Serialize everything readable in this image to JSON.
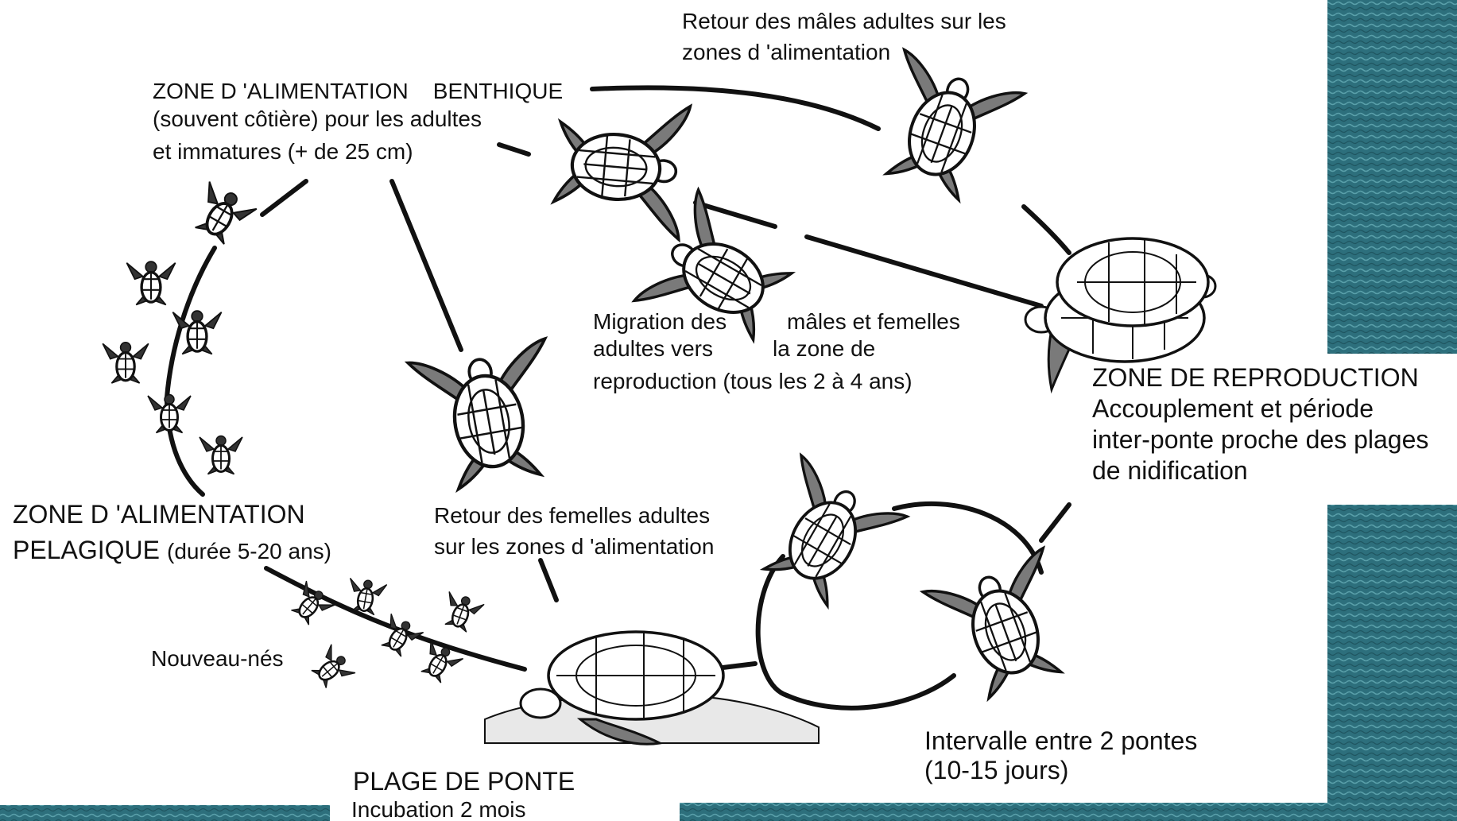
{
  "diagram": {
    "labels": {
      "retour_males_l1": "Retour des mâles adultes sur les",
      "retour_males_l2": "zones d 'alimentation",
      "benthique_l1": "ZONE D 'ALIMENTATION    BENTHIQUE",
      "benthique_l2": "(souvent côtière) pour les adultes",
      "benthique_l3": "et immatures (+ de 25 cm)",
      "migration_l1a": "Migration des",
      "migration_l1b": "mâles et femelles",
      "migration_l2a": "adultes vers",
      "migration_l2b": "la zone de",
      "migration_l3": "reproduction (tous les 2 à 4 ans)",
      "reproduction_title": "ZONE DE REPRODUCTION",
      "reproduction_l2": "Accouplement et période",
      "reproduction_l3": "inter-ponte proche des plages",
      "reproduction_l4": "de nidification",
      "pelagique_l1": "ZONE D 'ALIMENTATION",
      "pelagique_l2a": "PELAGIQUE",
      "pelagique_l2b": "(durée 5-20 ans)",
      "retour_femelles_l1": "Retour des femelles adultes",
      "retour_femelles_l2": "sur les zones d 'alimentation",
      "nouveau_nes": "Nouveau-nés",
      "intervalle_l1": "Intervalle entre 2 pontes",
      "intervalle_l2": "(10-15 jours)",
      "plage_title": "PLAGE DE PONTE",
      "plage_l2": "Incubation 2 mois"
    },
    "colors": {
      "ocean": "#2d6f7c",
      "ink": "#111111",
      "flipper": "#7a7a7a",
      "background": "#ffffff"
    }
  }
}
